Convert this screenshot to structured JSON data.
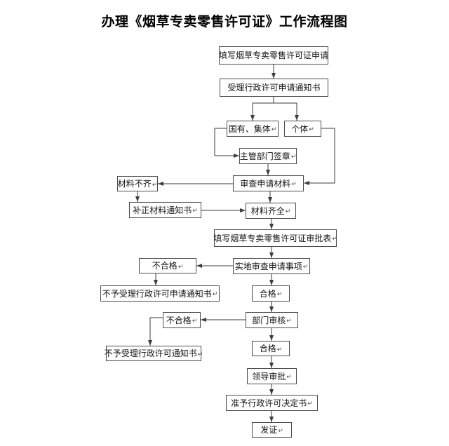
{
  "page_title": "办理《烟草专卖零售许可证》工作流程图",
  "colors": {
    "background": "#ffffff",
    "line": "#3d3d3d",
    "border": "#4d4d4d",
    "text": "#141414",
    "title": "#000000"
  },
  "return_mark_glyph": "↵",
  "flowchart": {
    "type": "flowchart",
    "nodes": [
      {
        "id": "fill-application",
        "label": "填写烟草专卖零售许可证申请",
        "mark": ""
      },
      {
        "id": "accept-notice",
        "label": "受理行政许可申请通知书",
        "mark": ""
      },
      {
        "id": "state-collective",
        "label": "国有、集体",
        "mark": "↵"
      },
      {
        "id": "individual",
        "label": "个体",
        "mark": "↵"
      },
      {
        "id": "dept-seal",
        "label": "主管部门签章",
        "mark": "↵"
      },
      {
        "id": "review-materials",
        "label": "审查申请材料",
        "mark": "↵"
      },
      {
        "id": "materials-incomplete",
        "label": "材料不齐",
        "mark": "↵"
      },
      {
        "id": "supplement-notice",
        "label": "补正材料通知书",
        "mark": "↵"
      },
      {
        "id": "materials-complete",
        "label": "材料齐全",
        "mark": "↵"
      },
      {
        "id": "fill-approval-form",
        "label": "填写烟草专卖零售许可证审批表",
        "mark": "↵"
      },
      {
        "id": "onsite-review",
        "label": "实地审查申请事项",
        "mark": "↵"
      },
      {
        "id": "fail-1",
        "label": "不合格",
        "mark": "↵"
      },
      {
        "id": "reject-application-notice",
        "label": "不予受理行政许可申请通知书",
        "mark": "↵"
      },
      {
        "id": "pass-1",
        "label": "合格",
        "mark": "↵"
      },
      {
        "id": "dept-review",
        "label": "部门审核",
        "mark": "↵"
      },
      {
        "id": "fail-2",
        "label": "不合格",
        "mark": "↵"
      },
      {
        "id": "reject-notice",
        "label": "不予受理行政许可通知书",
        "mark": "↵"
      },
      {
        "id": "pass-2",
        "label": "合格",
        "mark": "↵"
      },
      {
        "id": "leader-approval",
        "label": "领导审批",
        "mark": "↵"
      },
      {
        "id": "grant-decision",
        "label": "准予行政许可决定书",
        "mark": "↵"
      },
      {
        "id": "issue-cert",
        "label": "发证",
        "mark": "↵"
      }
    ],
    "edges": [
      {
        "id": "e1",
        "from": "fill-application",
        "to": "accept-notice"
      },
      {
        "id": "e2",
        "from": "accept-notice",
        "to": "state-collective"
      },
      {
        "id": "e3",
        "from": "accept-notice",
        "to": "individual"
      },
      {
        "id": "e4",
        "from": "state-collective",
        "to": "dept-seal"
      },
      {
        "id": "e5",
        "from": "individual",
        "to": "review-materials"
      },
      {
        "id": "e6",
        "from": "dept-seal",
        "to": "review-materials"
      },
      {
        "id": "e7",
        "from": "review-materials",
        "to": "materials-incomplete"
      },
      {
        "id": "e8",
        "from": "materials-incomplete",
        "to": "supplement-notice"
      },
      {
        "id": "e9",
        "from": "supplement-notice",
        "to": "materials-complete"
      },
      {
        "id": "e10",
        "from": "review-materials",
        "to": "materials-complete"
      },
      {
        "id": "e11",
        "from": "materials-complete",
        "to": "fill-approval-form"
      },
      {
        "id": "e12",
        "from": "fill-approval-form",
        "to": "onsite-review"
      },
      {
        "id": "e13",
        "from": "onsite-review",
        "to": "fail-1"
      },
      {
        "id": "e14",
        "from": "fail-1",
        "to": "reject-application-notice"
      },
      {
        "id": "e15",
        "from": "onsite-review",
        "to": "pass-1"
      },
      {
        "id": "e16",
        "from": "pass-1",
        "to": "dept-review"
      },
      {
        "id": "e17",
        "from": "dept-review",
        "to": "fail-2"
      },
      {
        "id": "e18",
        "from": "fail-2",
        "to": "reject-notice"
      },
      {
        "id": "e19",
        "from": "dept-review",
        "to": "pass-2"
      },
      {
        "id": "e20",
        "from": "pass-2",
        "to": "leader-approval"
      },
      {
        "id": "e21",
        "from": "leader-approval",
        "to": "grant-decision"
      },
      {
        "id": "e22",
        "from": "grant-decision",
        "to": "issue-cert"
      }
    ]
  }
}
